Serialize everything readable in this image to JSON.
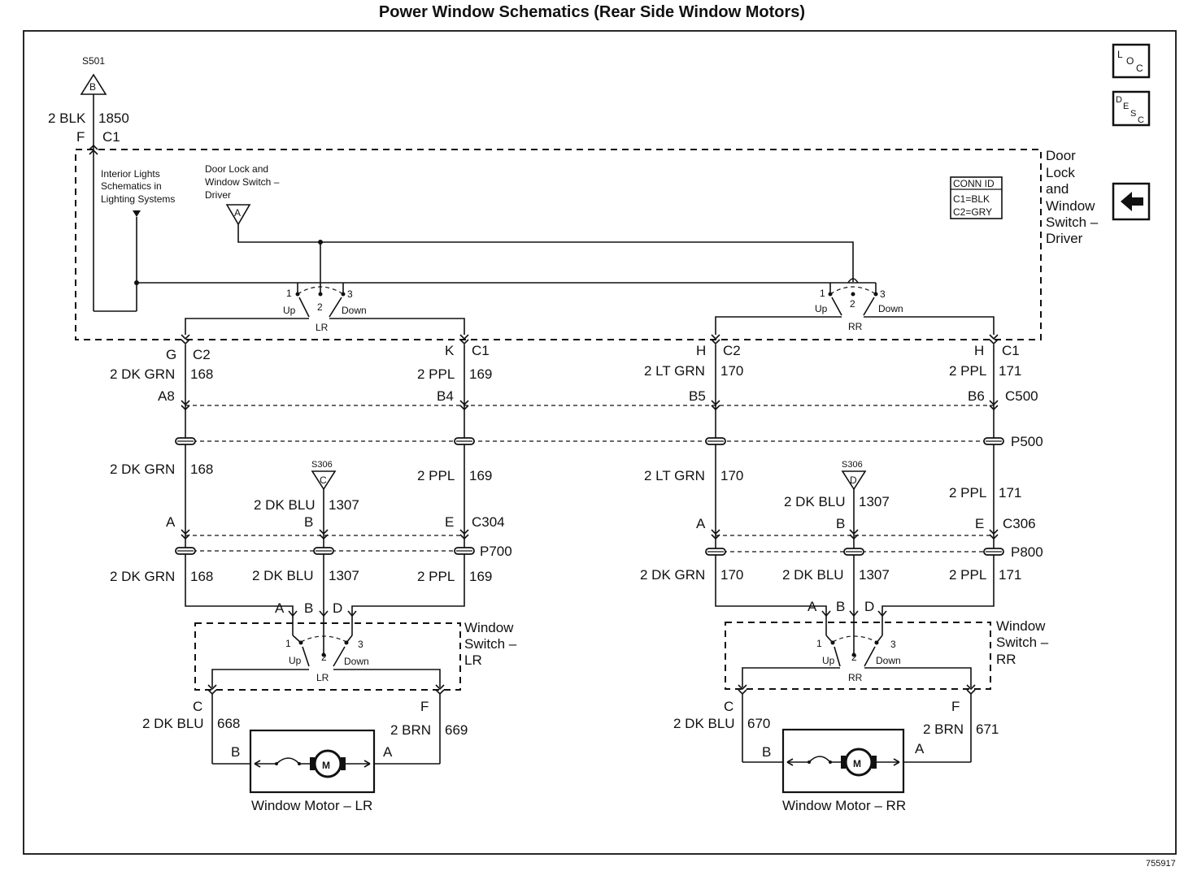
{
  "title": "Power Window Schematics (Rear Side Window Motors)",
  "drawing_number": "755917",
  "icons": {
    "loc": "location-icon",
    "desc": "description-icon",
    "back": "back-arrow-icon"
  },
  "loc_icon": {
    "l": "L",
    "o": "O",
    "c": "C"
  },
  "desc_icon": {
    "d": "D",
    "e": "E",
    "s": "S",
    "c": "C"
  },
  "top_feed": {
    "splice": "S501",
    "splice_letter": "B",
    "wire": "2 BLK",
    "circuit": "1850",
    "pin": "F",
    "conn": "C1"
  },
  "driver_switch": {
    "name_lines": [
      "Door",
      "Lock",
      "and",
      "Window",
      "Switch –",
      "Driver"
    ],
    "interior_ref": [
      "Interior Lights",
      "Schematics in",
      "Lighting Systems"
    ],
    "switch_ref": [
      "Door Lock and",
      "Window Switch –",
      "Driver"
    ],
    "switch_ref_letter": "A",
    "conn_id": {
      "header": "CONN ID",
      "c1": "C1=BLK",
      "c2": "C2=GRY"
    },
    "lr": {
      "p1": "1",
      "p2": "2",
      "p3": "3",
      "up": "Up",
      "down": "Down",
      "name": "LR"
    },
    "rr": {
      "p1": "1",
      "p2": "2",
      "p3": "3",
      "up": "Up",
      "down": "Down",
      "name": "RR"
    }
  },
  "driver_outputs": [
    {
      "pin": "G",
      "conn": "C2",
      "wire": "2 DK GRN",
      "circuit": "168",
      "c500_pin": "A8"
    },
    {
      "pin": "K",
      "conn": "C1",
      "wire": "2 PPL",
      "circuit": "169",
      "c500_pin": "B4"
    },
    {
      "pin": "H",
      "conn": "C2",
      "wire": "2 LT GRN",
      "circuit": "170",
      "c500_pin": "B5"
    },
    {
      "pin": "H",
      "conn": "C1",
      "wire": "2 PPL",
      "circuit": "171",
      "c500_pin": "B6"
    }
  ],
  "c500": "C500",
  "p500": "P500",
  "mid_wires": [
    {
      "wire": "2 DK GRN",
      "circuit": "168"
    },
    {
      "wire": "2 PPL",
      "circuit": "169"
    },
    {
      "wire": "2 LT GRN",
      "circuit": "170"
    },
    {
      "wire": "2 PPL",
      "circuit": "171"
    }
  ],
  "left_side": {
    "splice": "S306",
    "splice_letter": "C",
    "ground_wire": "2 DK BLU",
    "ground_circuit": "1307",
    "conn": "C304",
    "pins": [
      "A",
      "B",
      "E"
    ],
    "pass": "P700",
    "lower_wires": [
      {
        "wire": "2 DK GRN",
        "circuit": "168"
      },
      {
        "wire": "2 DK BLU",
        "circuit": "1307"
      },
      {
        "wire": "2 PPL",
        "circuit": "169"
      }
    ],
    "switch_pins": [
      "A",
      "B",
      "D"
    ],
    "switch_name": [
      "Window",
      "Switch –",
      "LR"
    ],
    "sw": {
      "p1": "1",
      "p2": "2",
      "p3": "3",
      "up": "Up",
      "down": "Down",
      "name": "LR"
    },
    "motor_feeds": [
      {
        "pin": "C",
        "wire": "2 DK BLU",
        "circuit": "668",
        "motor_pin": "B"
      },
      {
        "pin": "F",
        "wire": "2 BRN",
        "circuit": "669",
        "motor_pin": "A"
      }
    ],
    "motor_symbol": "M",
    "motor_name": "Window Motor – LR"
  },
  "right_side": {
    "splice": "S306",
    "splice_letter": "D",
    "ground_wire": "2 DK BLU",
    "ground_circuit": "1307",
    "conn": "C306",
    "pins": [
      "A",
      "B",
      "E"
    ],
    "pass": "P800",
    "upper_ppl": {
      "wire": "2 PPL",
      "circuit": "171"
    },
    "lower_wires": [
      {
        "wire": "2 DK GRN",
        "circuit": "170"
      },
      {
        "wire": "2 DK BLU",
        "circuit": "1307"
      },
      {
        "wire": "2 PPL",
        "circuit": "171"
      }
    ],
    "switch_pins": [
      "A",
      "B",
      "D"
    ],
    "switch_name": [
      "Window",
      "Switch –",
      "RR"
    ],
    "sw": {
      "p1": "1",
      "p2": "2",
      "p3": "3",
      "up": "Up",
      "down": "Down",
      "name": "RR"
    },
    "motor_feeds": [
      {
        "pin": "C",
        "wire": "2 DK BLU",
        "circuit": "670",
        "motor_pin": "B"
      },
      {
        "pin": "F",
        "wire": "2 BRN",
        "circuit": "671",
        "motor_pin": "A"
      }
    ],
    "motor_symbol": "M",
    "motor_name": "Window Motor – RR"
  }
}
